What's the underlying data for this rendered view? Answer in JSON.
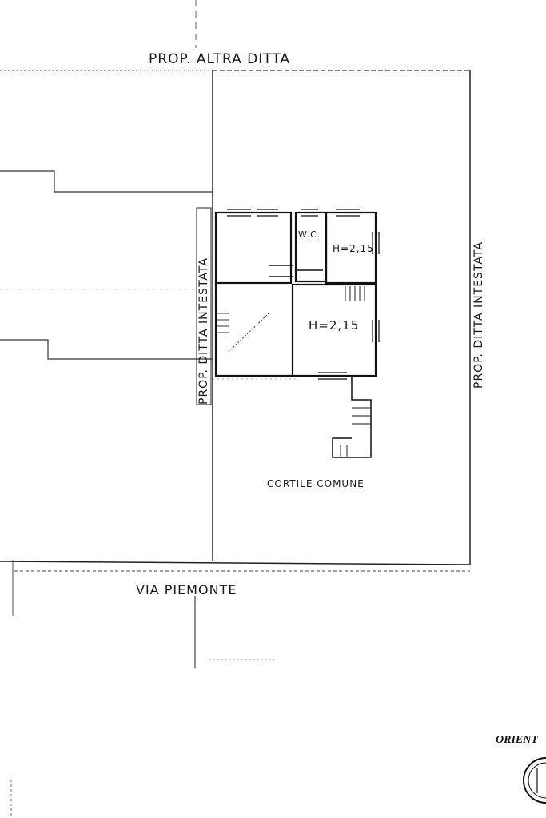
{
  "labels": {
    "top_neighbor": "PROP. ALTRA DITTA",
    "left_neighbor": "PROP. DITTA INTESTATA",
    "right_neighbor": "PROP. DITTA INTESTATA",
    "wc": "W.C.",
    "height_small_room": "H=2,15",
    "height_main_room": "H=2,15",
    "courtyard": "CORTILE COMUNE",
    "street": "VIA PIEMONTE",
    "orientation": "ORIENT"
  }
}
